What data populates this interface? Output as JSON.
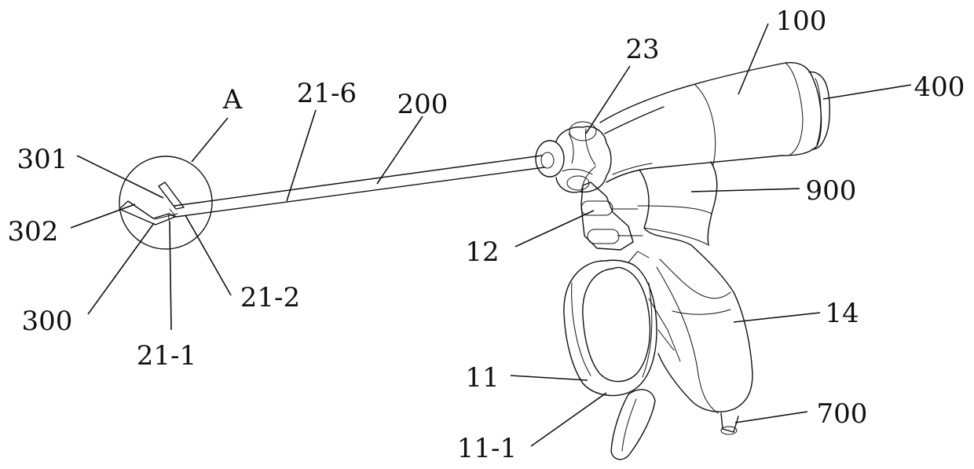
{
  "labels": {
    "A": "A",
    "p21_6": "21-6",
    "p200": "200",
    "p23": "23",
    "p100": "100",
    "p400": "400",
    "p301": "301",
    "p302": "302",
    "p300": "300",
    "p21_1": "21-1",
    "p21_2": "21-2",
    "p900": "900",
    "p12": "12",
    "p14": "14",
    "p11": "11",
    "p11_1": "11-1",
    "p700": "700"
  }
}
